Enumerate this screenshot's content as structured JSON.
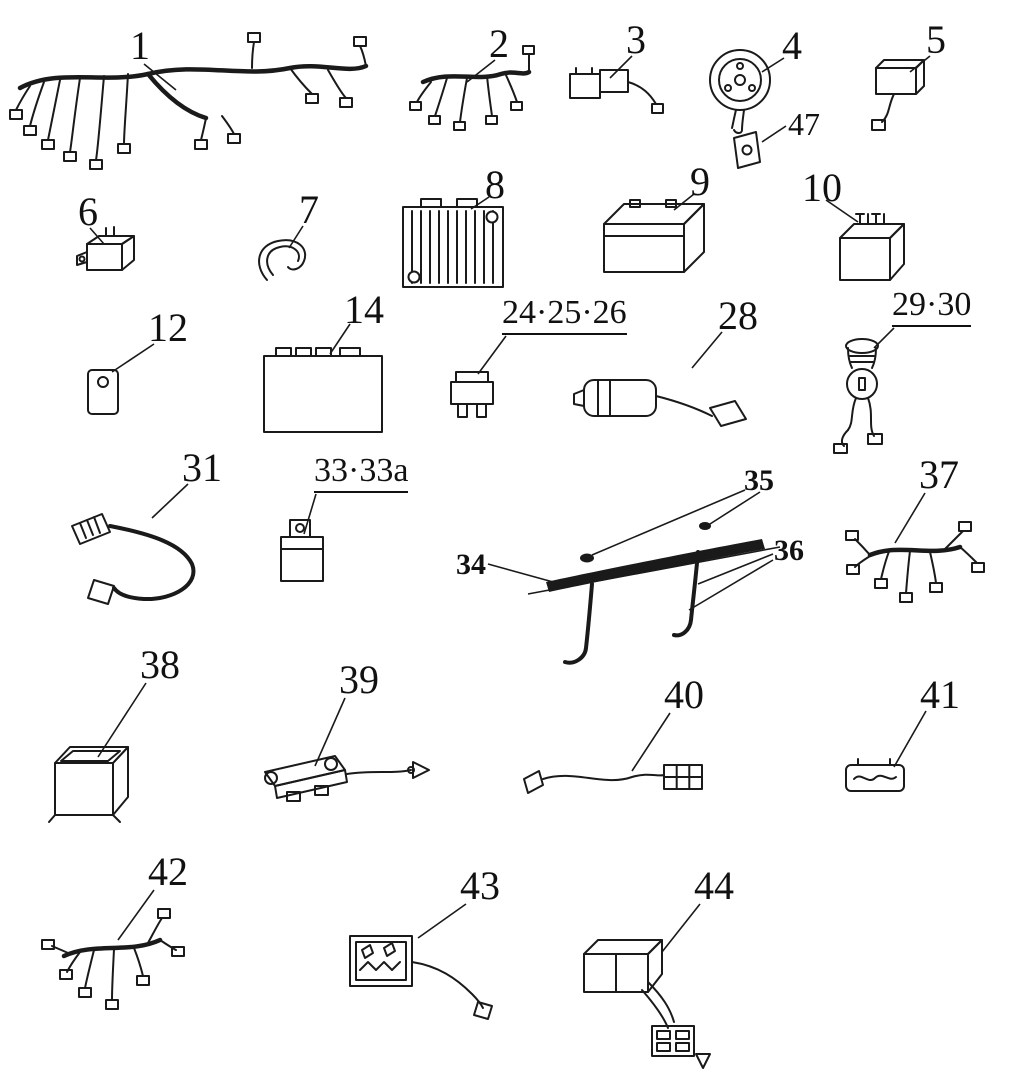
{
  "diagram": {
    "type": "electrical-parts-diagram",
    "background": "#ffffff",
    "ink": "#1a1a1a"
  },
  "parts": [
    {
      "num": "1"
    },
    {
      "num": "2"
    },
    {
      "num": "3"
    },
    {
      "num": "4"
    },
    {
      "num": "5"
    },
    {
      "num": "47"
    },
    {
      "num": "6"
    },
    {
      "num": "7"
    },
    {
      "num": "8"
    },
    {
      "num": "9"
    },
    {
      "num": "10"
    },
    {
      "num": "12"
    },
    {
      "num": "14"
    },
    {
      "num": "24·25·26"
    },
    {
      "num": "28"
    },
    {
      "num": "29·30"
    },
    {
      "num": "31"
    },
    {
      "num": "33·33a"
    },
    {
      "num": "34"
    },
    {
      "num": "35"
    },
    {
      "num": "36"
    },
    {
      "num": "37"
    },
    {
      "num": "38"
    },
    {
      "num": "39"
    },
    {
      "num": "40"
    },
    {
      "num": "41"
    },
    {
      "num": "42"
    },
    {
      "num": "43"
    },
    {
      "num": "44"
    }
  ]
}
